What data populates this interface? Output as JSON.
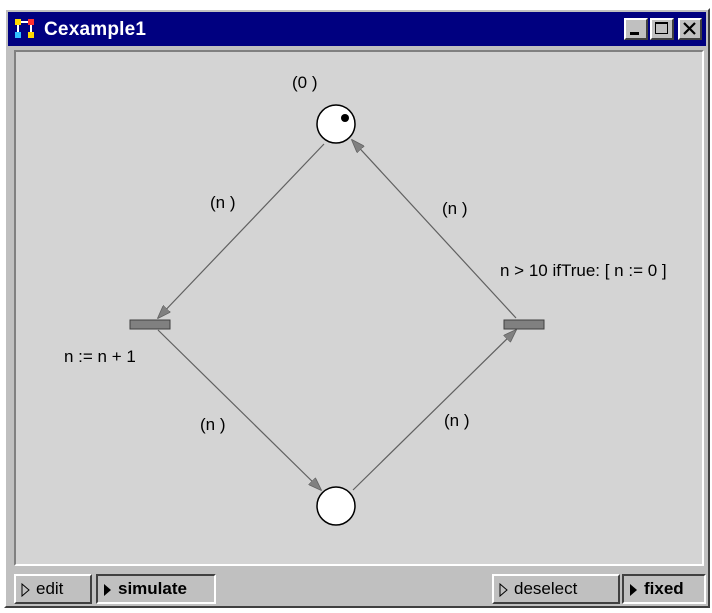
{
  "window": {
    "title": "Cexample1",
    "title_bar_color": "#000080",
    "controls": [
      "minimize-icon",
      "maximize-icon",
      "close-icon"
    ]
  },
  "net": {
    "top_place_marking": "(0 )",
    "arc_labels": {
      "top_to_left": "(n )",
      "right_to_top": "(n )",
      "left_to_bottom": "(n )",
      "bottom_to_right": "(n )"
    },
    "left_transition_label": "n := n + 1",
    "right_transition_label": "n > 10 ifTrue: [ n := 0 ]",
    "top_place_token_count": 1
  },
  "toolbar": {
    "edit_label": "edit",
    "simulate_label": "simulate",
    "deselect_label": "deselect",
    "fixed_label": "fixed",
    "active_mode": "simulate"
  }
}
